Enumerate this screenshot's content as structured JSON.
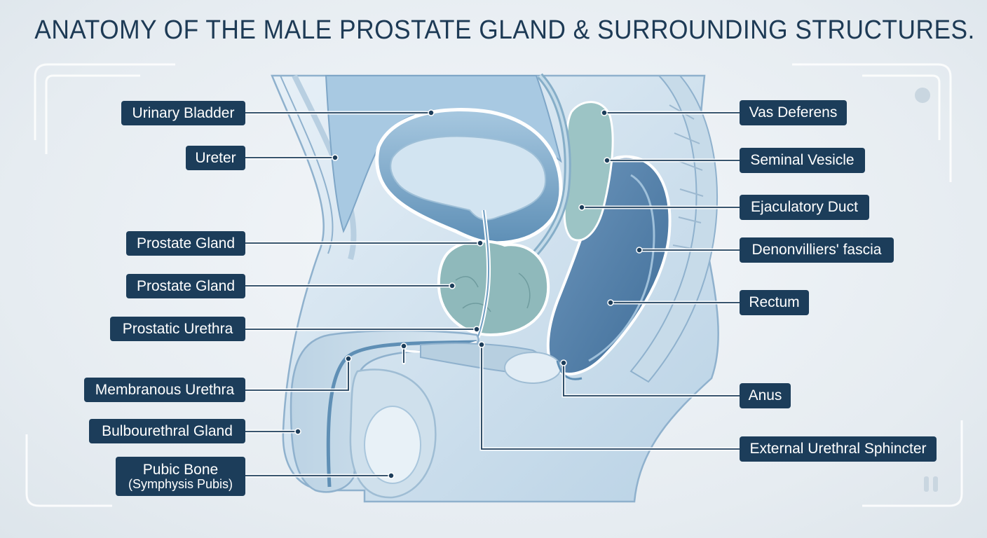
{
  "title": "ANATOMY OF THE MALE PROSTATE GLAND & SURROUNDING STRUCTURES.",
  "colors": {
    "label_bg": "#1c3d5a",
    "label_text": "#ffffff",
    "title": "#1d3a55",
    "tissue_light": "#dbe9f3",
    "tissue_mid": "#a9c7de",
    "tissue_dark": "#4f7ea3",
    "gland": "#8db7b8"
  },
  "labels": {
    "left": {
      "urinary_bladder": "Urinary Bladder",
      "ureter": "Ureter",
      "prostate_gland_1": "Prostate Gland",
      "prostate_gland_2": "Prostate Gland",
      "prostatic_urethra": "Prostatic Urethra",
      "membranous_urethra": "Membranous Urethra",
      "bulbourethral_gland": "Bulbourethral Gland",
      "pubic_bone_line1": "Pubic Bone",
      "pubic_bone_line2": "(Symphysis Pubis)"
    },
    "right": {
      "vas_deferens": "Vas Deferens",
      "seminal_vesicle": "Seminal Vesicle",
      "ejaculatory_duct": "Ejaculatory Duct",
      "denonvilliers_fascia": "Denonvilliers' fascia",
      "rectum": "Rectum",
      "anus": "Anus",
      "external_urethral_sphincter": "External Urethral Sphincter"
    }
  }
}
